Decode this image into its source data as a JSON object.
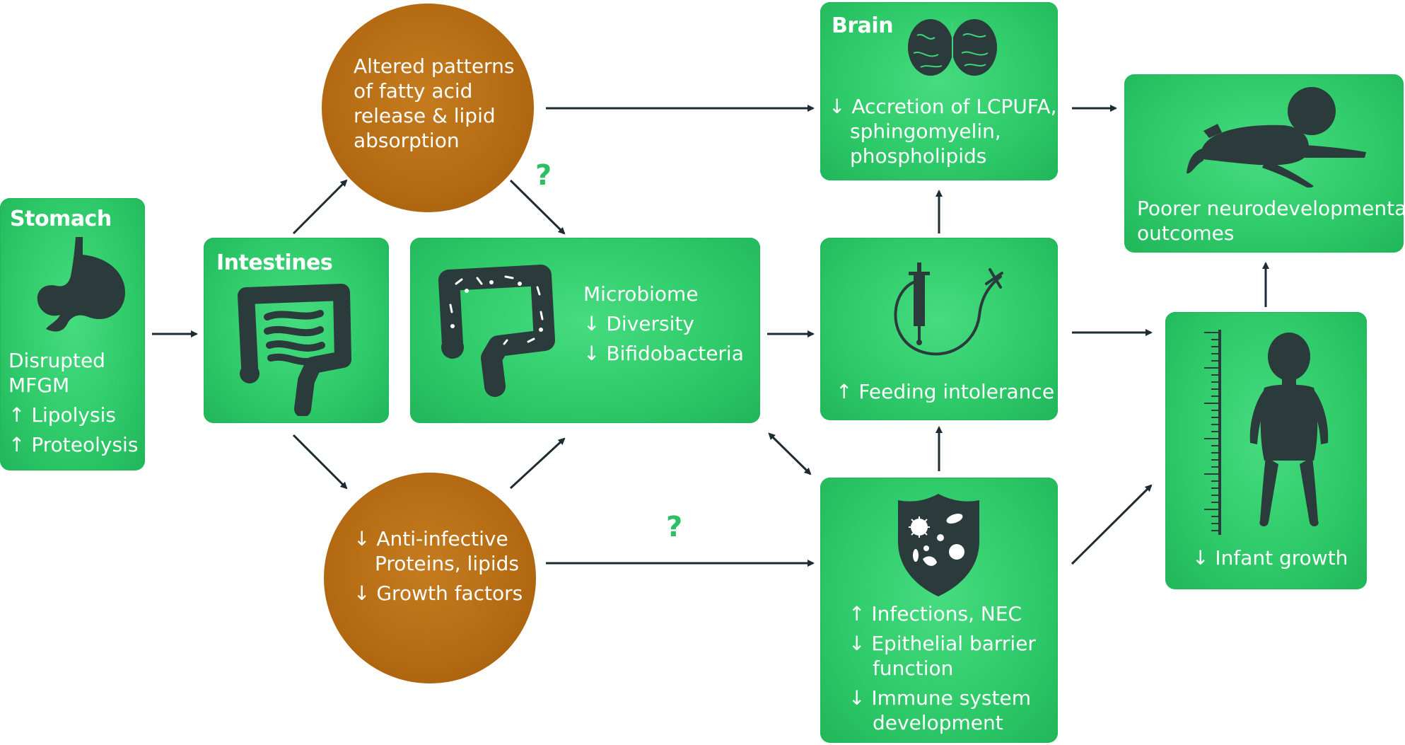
{
  "stomach": {
    "title": "Stomach",
    "lines": [
      "Disrupted",
      "MFGM",
      "↑ Lipolysis",
      "↑ Proteolysis"
    ]
  },
  "intestines": {
    "title": "Intestines"
  },
  "fatty_acid": {
    "lines": [
      "Altered patterns",
      "of fatty acid",
      "release & lipid",
      "absorption"
    ]
  },
  "anti_infective": {
    "lines": [
      "↓ Anti-infective",
      "Proteins, lipids",
      "↓ Growth factors"
    ]
  },
  "microbiome": {
    "lines": [
      "Microbiome",
      "↓ Diversity",
      "↓ Bifidobacteria"
    ]
  },
  "brain": {
    "title": "Brain",
    "lines": [
      "↓ Accretion of LCPUFA,",
      "sphingomyelin,",
      "phospholipids"
    ]
  },
  "feeding": {
    "lines": [
      "↑ Feeding intolerance"
    ]
  },
  "infections": {
    "lines": [
      "↑ Infections, NEC",
      "↓ Epithelial barrier",
      "function",
      "↓ Immune system",
      "development"
    ]
  },
  "outcomes": {
    "lines": [
      "Poorer neurodevelopmental",
      "outcomes"
    ]
  },
  "growth": {
    "lines": [
      "↓ Infant growth"
    ]
  },
  "question_marks": [
    "?",
    "?"
  ],
  "colors": {
    "box_green": "#2fcb6a",
    "circle_brown": "#b46a12",
    "icon_dark": "#2b3a3a",
    "qmark": "#2dbf64",
    "arrow": "#1d2b33"
  },
  "icons": [
    "stomach-icon",
    "intestines-icon",
    "colon-bacteria-icon",
    "brain-icon",
    "feeding-tube-icon",
    "shield-pathogen-icon",
    "crawling-baby-icon",
    "baby-growth-ruler-icon"
  ]
}
